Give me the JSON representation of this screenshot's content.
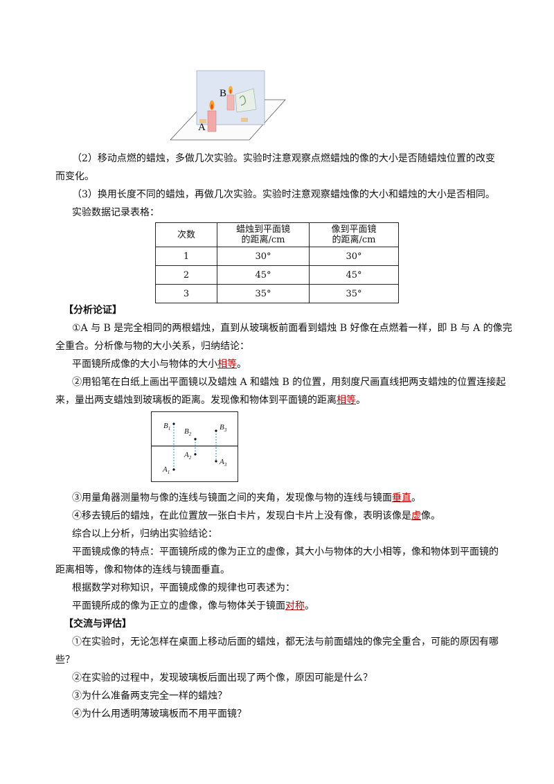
{
  "figure_top": {
    "label_a": "A",
    "label_b": "B"
  },
  "paragraphs": {
    "p2_line1": "（2）移动点燃的蜡烛，多做几次实验。实验时注意观察点燃蜡烛的像的大小是否随蜡烛位置的改变",
    "p2_line2": "而变化。",
    "p3": "（3）换用长度不同的蜡烛，再做几次实验。实验时注意观察蜡烛像的大小和蜡烛的大小是否相同。",
    "table_caption": "实验数据记录表格："
  },
  "table": {
    "headers": [
      "次数",
      "蜡烛到平面镜的距离/cm",
      "像到平面镜的距离/cm"
    ],
    "header_lines": [
      [
        "次数"
      ],
      [
        "蜡烛到平面镜",
        "的距离/cm"
      ],
      [
        "像到平面镜",
        "的距离/cm"
      ]
    ],
    "rows": [
      [
        "1",
        "30°",
        "30°"
      ],
      [
        "2",
        "45°",
        "45°"
      ],
      [
        "3",
        "35°",
        "35°"
      ]
    ]
  },
  "analysis": {
    "heading": "【分析论证】",
    "a1_line1": "①A 与 B 是完全相同的两根蜡烛，直到从玻璃板前面看到蜡烛 B 好像在点燃着一样，即 B 与 A 的像完",
    "a1_line2": "全重合。分析像与物的大小关系，归纳结论：",
    "a1_conc_pre": "平面镜所成像的大小与物体的大小",
    "a1_conc_ans": "相等",
    "a1_conc_post": "。",
    "a2_line1": "②用铅笔在白纸上画出平面镜以及蜡烛 A 和蜡烛 B 的位置，用刻度尺画直线把两支蜡烛的位置连接起",
    "a2_line2_pre": "来，量出两支蜡烛到玻璃板的距离。发现像和物体到平面镜的距离",
    "a2_line2_ans": "相等",
    "a2_line2_post": "。"
  },
  "diagram": {
    "b1": "B",
    "b1_sub": "1",
    "b2": "B",
    "b2_sub": "2",
    "b3": "B",
    "b3_sub": "3",
    "a1": "A",
    "a1_sub": "1",
    "a2": "A",
    "a2_sub": "2",
    "a3": "A",
    "a3_sub": "3"
  },
  "analysis2": {
    "a3_pre": "③用量角器测量物与像的连线与镜面之间的夹角，发现像与物的连线与镜面",
    "a3_ans": "垂直",
    "a3_post": "。",
    "a4_pre": "④移去镜后的蜡烛，在此位置放一张白卡片，发现白卡片上没有像，表明该像是",
    "a4_ans": "虚",
    "a4_post": "像。",
    "summary_intro": "综合以上分析，归纳出实验结论：",
    "summary_line1": "平面镜成像的特点：平面镜所成的像为正立的虚像，其大小与物体的大小相等，像和物体到平面镜的",
    "summary_line2": "距离相等，像和物体的连线与镜面垂直。",
    "math_intro": "根据数学对称知识，平面镜成像的规律也可表述为：",
    "math_pre": "平面镜所成的像为正立的虚像，像与物体关于镜面",
    "math_ans": "对称",
    "math_post": "。"
  },
  "evaluation": {
    "heading": "【交流与评估】",
    "q1_line1": "①在实验时，无论怎样在桌面上移动后面的蜡烛，都无法与前面蜡烛的像完全重合，可能的原因有哪",
    "q1_line2": "些？",
    "q2": "②在实验的过程中，发现玻璃板后面出现了两个像，原因可能是什么？",
    "q3": "③为什么准备两支完全一样的蜡烛？",
    "q4": "④为什么用透明薄玻璃板而不用平面镜？"
  }
}
